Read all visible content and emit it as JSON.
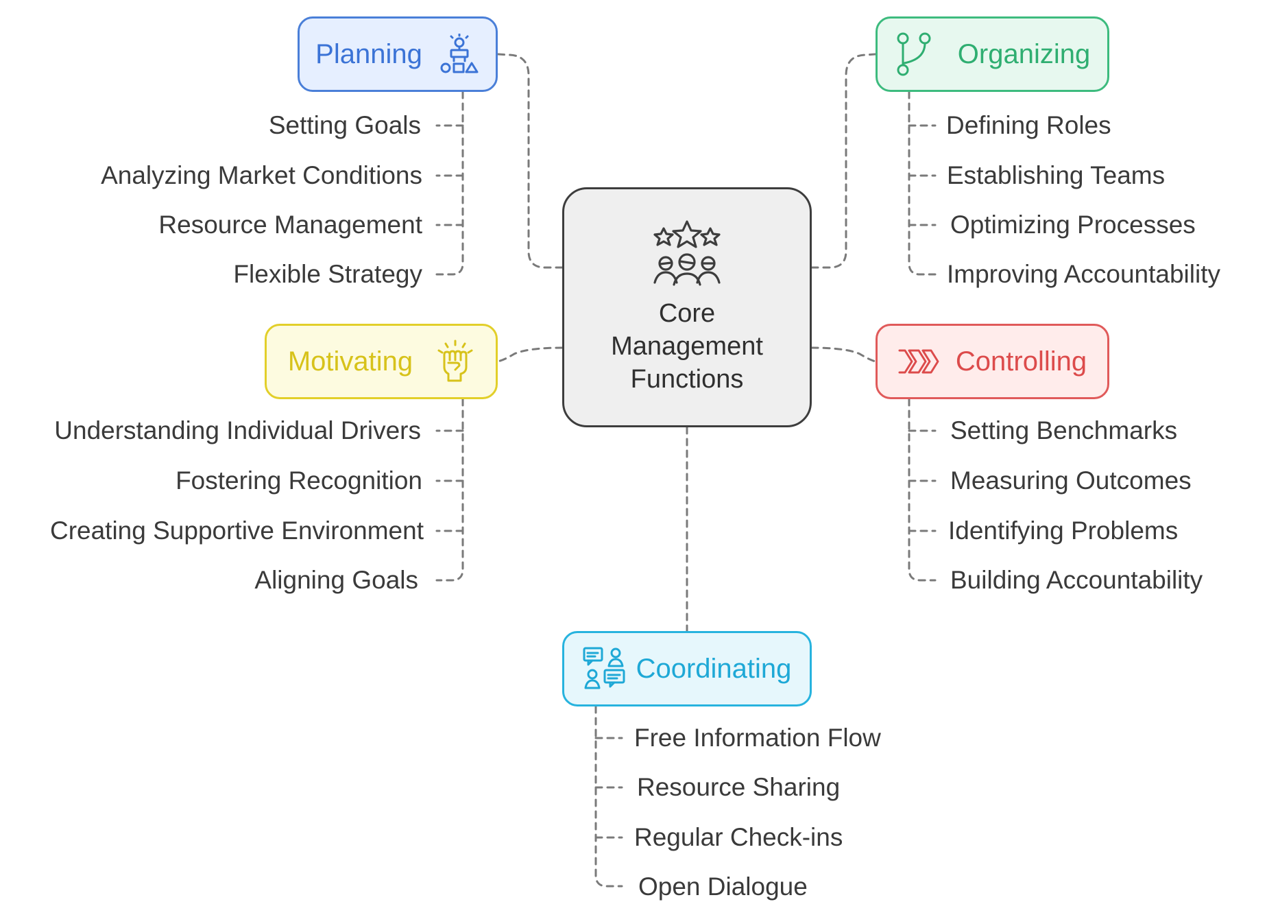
{
  "diagram": {
    "center": {
      "title": "Core Management Functions",
      "icon": "stars-team-icon"
    },
    "branches": {
      "planning": {
        "label": "Planning",
        "icon": "idea-blocks-icon",
        "color": "#3b73d6",
        "items": [
          "Setting Goals",
          "Analyzing Market Conditions",
          "Resource Management",
          "Flexible Strategy"
        ]
      },
      "organizing": {
        "label": "Organizing",
        "icon": "git-branch-icon",
        "color": "#2fae71",
        "items": [
          "Defining Roles",
          "Establishing Teams",
          "Optimizing Processes",
          "Improving Accountability"
        ]
      },
      "motivating": {
        "label": "Motivating",
        "icon": "raised-fist-icon",
        "color": "#d7c21a",
        "items": [
          "Understanding Individual Drivers",
          "Fostering Recognition",
          "Creating Supportive Environment",
          "Aligning Goals"
        ]
      },
      "controlling": {
        "label": "Controlling",
        "icon": "chevrons-right-icon",
        "color": "#dc4b4b",
        "items": [
          "Setting Benchmarks",
          "Measuring Outcomes",
          "Identifying Problems",
          "Building Accountability"
        ]
      },
      "coordinating": {
        "label": "Coordinating",
        "icon": "team-chat-icon",
        "color": "#1ea8d6",
        "items": [
          "Free Information Flow",
          "Resource Sharing",
          "Regular Check-ins",
          "Open Dialogue"
        ]
      }
    }
  }
}
